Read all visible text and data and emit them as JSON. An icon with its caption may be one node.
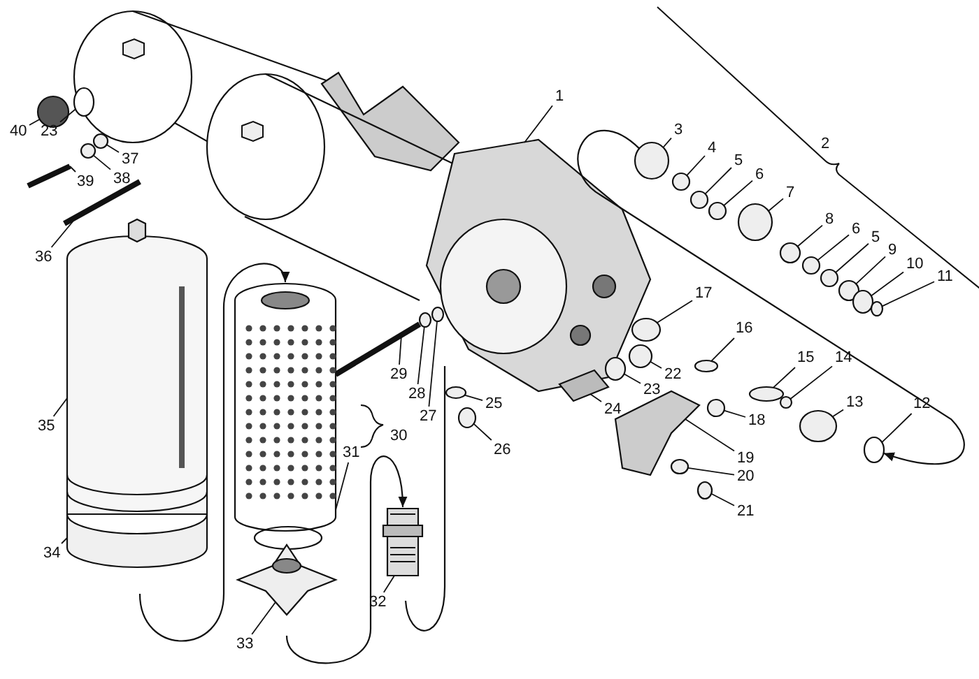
{
  "diagram": {
    "nodes": [
      {
        "text": [
          "40"
        ]
      },
      {
        "text": [
          "23"
        ]
      },
      {
        "text": [
          "37"
        ]
      },
      {
        "text": [
          "39"
        ]
      },
      {
        "text": [
          "38"
        ]
      },
      {
        "text": [
          "36"
        ]
      },
      {
        "text": [
          "1"
        ]
      },
      {
        "text": [
          "3"
        ]
      },
      {
        "text": [
          "4"
        ]
      },
      {
        "text": [
          "5"
        ]
      },
      {
        "text": [
          "6"
        ]
      },
      {
        "text": [
          "7"
        ]
      },
      {
        "text": [
          "8"
        ]
      },
      {
        "text": [
          "6"
        ]
      },
      {
        "text": [
          "5"
        ]
      },
      {
        "text": [
          "9"
        ]
      },
      {
        "text": [
          "10"
        ]
      },
      {
        "text": [
          "11"
        ]
      },
      {
        "text": [
          "17"
        ]
      },
      {
        "text": [
          "16"
        ]
      },
      {
        "text": [
          "22"
        ]
      },
      {
        "text": [
          "15"
        ]
      },
      {
        "text": [
          "14"
        ]
      },
      {
        "text": [
          "23"
        ]
      },
      {
        "text": [
          "13"
        ]
      },
      {
        "text": [
          "12"
        ]
      },
      {
        "text": [
          "29"
        ]
      },
      {
        "text": [
          "28"
        ]
      },
      {
        "text": [
          "27"
        ]
      },
      {
        "text": [
          "25"
        ]
      },
      {
        "text": [
          "24"
        ]
      },
      {
        "text": [
          "18"
        ]
      },
      {
        "text": [
          "35"
        ]
      },
      {
        "text": [
          "26"
        ]
      },
      {
        "text": [
          "31"
        ]
      },
      {
        "text": [
          "19"
        ]
      },
      {
        "text": [
          "20"
        ]
      },
      {
        "text": [
          "21"
        ]
      },
      {
        "text": [
          "34"
        ]
      },
      {
        "text": [
          "32"
        ]
      },
      {
        "text": [
          "33"
        ]
      },
      {
        "text": [
          "2"
        ]
      },
      {
        "text": [
          "30"
        ]
      },
      {
        "text": [],
        "shape": "circle"
      },
      {
        "text": [],
        "shape": "circle"
      },
      {
        "text": [],
        "shape": "circle"
      },
      {
        "text": [],
        "shape": "picture"
      },
      {
        "text": [],
        "shape": "circle"
      },
      {
        "text": [],
        "shape": "picture"
      },
      {
        "text": [],
        "shape": "picture"
      },
      {
        "text": [],
        "shape": "circle"
      },
      {
        "text": [],
        "shape": "circle"
      },
      {
        "text": [],
        "shape": "circle"
      },
      {
        "text": [],
        "shape": "circle"
      },
      {
        "text": [],
        "shape": "circle"
      },
      {
        "text": [],
        "shape": "circle"
      },
      {
        "text": [],
        "shape": "circle"
      },
      {
        "text": [],
        "shape": "circle"
      },
      {
        "text": [],
        "shape": "circle"
      },
      {
        "text": [],
        "shape": "circle"
      },
      {
        "text": [],
        "shape": "circle"
      },
      {
        "text": [],
        "shape": "circle"
      },
      {
        "text": [],
        "shape": "circle"
      },
      {
        "text": [],
        "shape": "circle"
      },
      {
        "text": [],
        "shape": "circle"
      },
      {
        "text": [],
        "shape": "circle"
      },
      {
        "text": [],
        "shape": "circle"
      },
      {
        "text": [],
        "shape": "circle"
      },
      {
        "text": [],
        "shape": "circle"
      },
      {
        "text": [],
        "shape": "picture"
      },
      {
        "text": [],
        "shape": "circle"
      },
      {
        "text": [],
        "shape": "circle"
      },
      {
        "text": [],
        "shape": "circle"
      },
      {
        "text": [],
        "shape": "picture"
      },
      {
        "text": [],
        "shape": "circle"
      },
      {
        "text": [],
        "shape": "picture"
      },
      {
        "text": [],
        "shape": "circle"
      },
      {
        "text": [],
        "shape": "picture"
      },
      {
        "text": [],
        "shape": "picture"
      },
      {
        "text": [],
        "shape": "circle"
      },
      {
        "text": [],
        "shape": "circle"
      },
      {
        "text": [],
        "shape": "picture"
      },
      {
        "text": [],
        "shape": "picture"
      },
      {
        "text": [],
        "shape": "picture"
      }
    ],
    "edges": [
      {
        "from": 0,
        "to": 43,
        "arrow": "none"
      },
      {
        "from": 1,
        "to": 44,
        "arrow": "none"
      },
      {
        "from": 2,
        "to": 45,
        "arrow": "none"
      },
      {
        "from": 3,
        "to": 46,
        "arrow": "none"
      },
      {
        "from": 4,
        "to": 47,
        "arrow": "none"
      },
      {
        "from": 5,
        "to": 48,
        "arrow": "none"
      },
      {
        "from": 6,
        "to": 49,
        "arrow": "none"
      },
      {
        "from": 7,
        "to": 50,
        "arrow": "none"
      },
      {
        "from": 8,
        "to": 51,
        "arrow": "none"
      },
      {
        "from": 9,
        "to": 52,
        "arrow": "none"
      },
      {
        "from": 10,
        "to": 53,
        "arrow": "none"
      },
      {
        "from": 11,
        "to": 54,
        "arrow": "none"
      },
      {
        "from": 12,
        "to": 55,
        "arrow": "none"
      },
      {
        "from": 13,
        "to": 56,
        "arrow": "none"
      },
      {
        "from": 14,
        "to": 57,
        "arrow": "none"
      },
      {
        "from": 15,
        "to": 58,
        "arrow": "none"
      },
      {
        "from": 16,
        "to": 59,
        "arrow": "none"
      },
      {
        "from": 17,
        "to": 60,
        "arrow": "none"
      },
      {
        "from": 18,
        "to": 61,
        "arrow": "none"
      },
      {
        "from": 19,
        "to": 62,
        "arrow": "none"
      },
      {
        "from": 20,
        "to": 63,
        "arrow": "none"
      },
      {
        "from": 21,
        "to": 64,
        "arrow": "none"
      },
      {
        "from": 22,
        "to": 65,
        "arrow": "none"
      },
      {
        "from": 23,
        "to": 66,
        "arrow": "none"
      },
      {
        "from": 24,
        "to": 67,
        "arrow": "none"
      },
      {
        "from": 25,
        "to": 68,
        "arrow": "none"
      },
      {
        "from": 26,
        "to": 69,
        "arrow": "none"
      },
      {
        "from": 27,
        "to": 70,
        "arrow": "none"
      },
      {
        "from": 28,
        "to": 71,
        "arrow": "none"
      },
      {
        "from": 29,
        "to": 72,
        "arrow": "none"
      },
      {
        "from": 30,
        "to": 73,
        "arrow": "none"
      },
      {
        "from": 31,
        "to": 74,
        "arrow": "none"
      },
      {
        "from": 32,
        "to": 75,
        "arrow": "none"
      },
      {
        "from": 33,
        "to": 76,
        "arrow": "none"
      },
      {
        "from": 34,
        "to": 77,
        "arrow": "none"
      },
      {
        "from": 35,
        "to": 78,
        "arrow": "none"
      },
      {
        "from": 36,
        "to": 79,
        "arrow": "none"
      },
      {
        "from": 37,
        "to": 80,
        "arrow": "none"
      },
      {
        "from": 38,
        "to": 81,
        "arrow": "none"
      },
      {
        "from": 39,
        "to": 82,
        "arrow": "none"
      },
      {
        "from": 40,
        "to": 83,
        "arrow": "none"
      },
      {
        "from": 50,
        "to": 68,
        "arrow": "to"
      },
      {
        "from": null,
        "to": 77,
        "arrow": "to"
      },
      {
        "from": null,
        "to": 82,
        "arrow": "to"
      }
    ]
  }
}
